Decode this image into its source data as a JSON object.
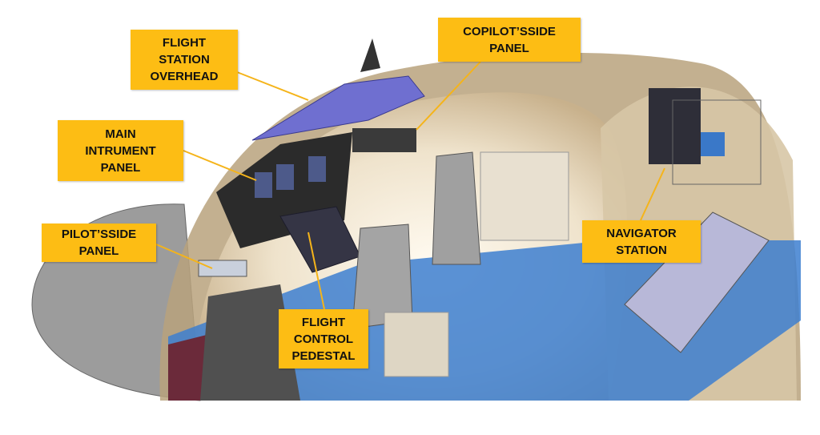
{
  "labels": {
    "overhead": [
      "FLIGHT",
      "STATION",
      "OVERHEAD"
    ],
    "copilot_panel": [
      "COPILOT’SSIDE",
      "PANEL"
    ],
    "main_panel": [
      "MAIN",
      "INTRUMENT",
      "PANEL"
    ],
    "pilot_panel": [
      "PILOT’SSIDE",
      "PANEL"
    ],
    "pedestal": [
      "FLIGHT",
      "CONTROL",
      "PEDESTAL"
    ],
    "navigator": [
      "NAVIGATOR",
      "STATION"
    ]
  },
  "colors": {
    "label_bg": "#fdbd14",
    "leader": "#f5b41a",
    "floor": "#3d7fd0",
    "shell": "#b59f7c"
  }
}
